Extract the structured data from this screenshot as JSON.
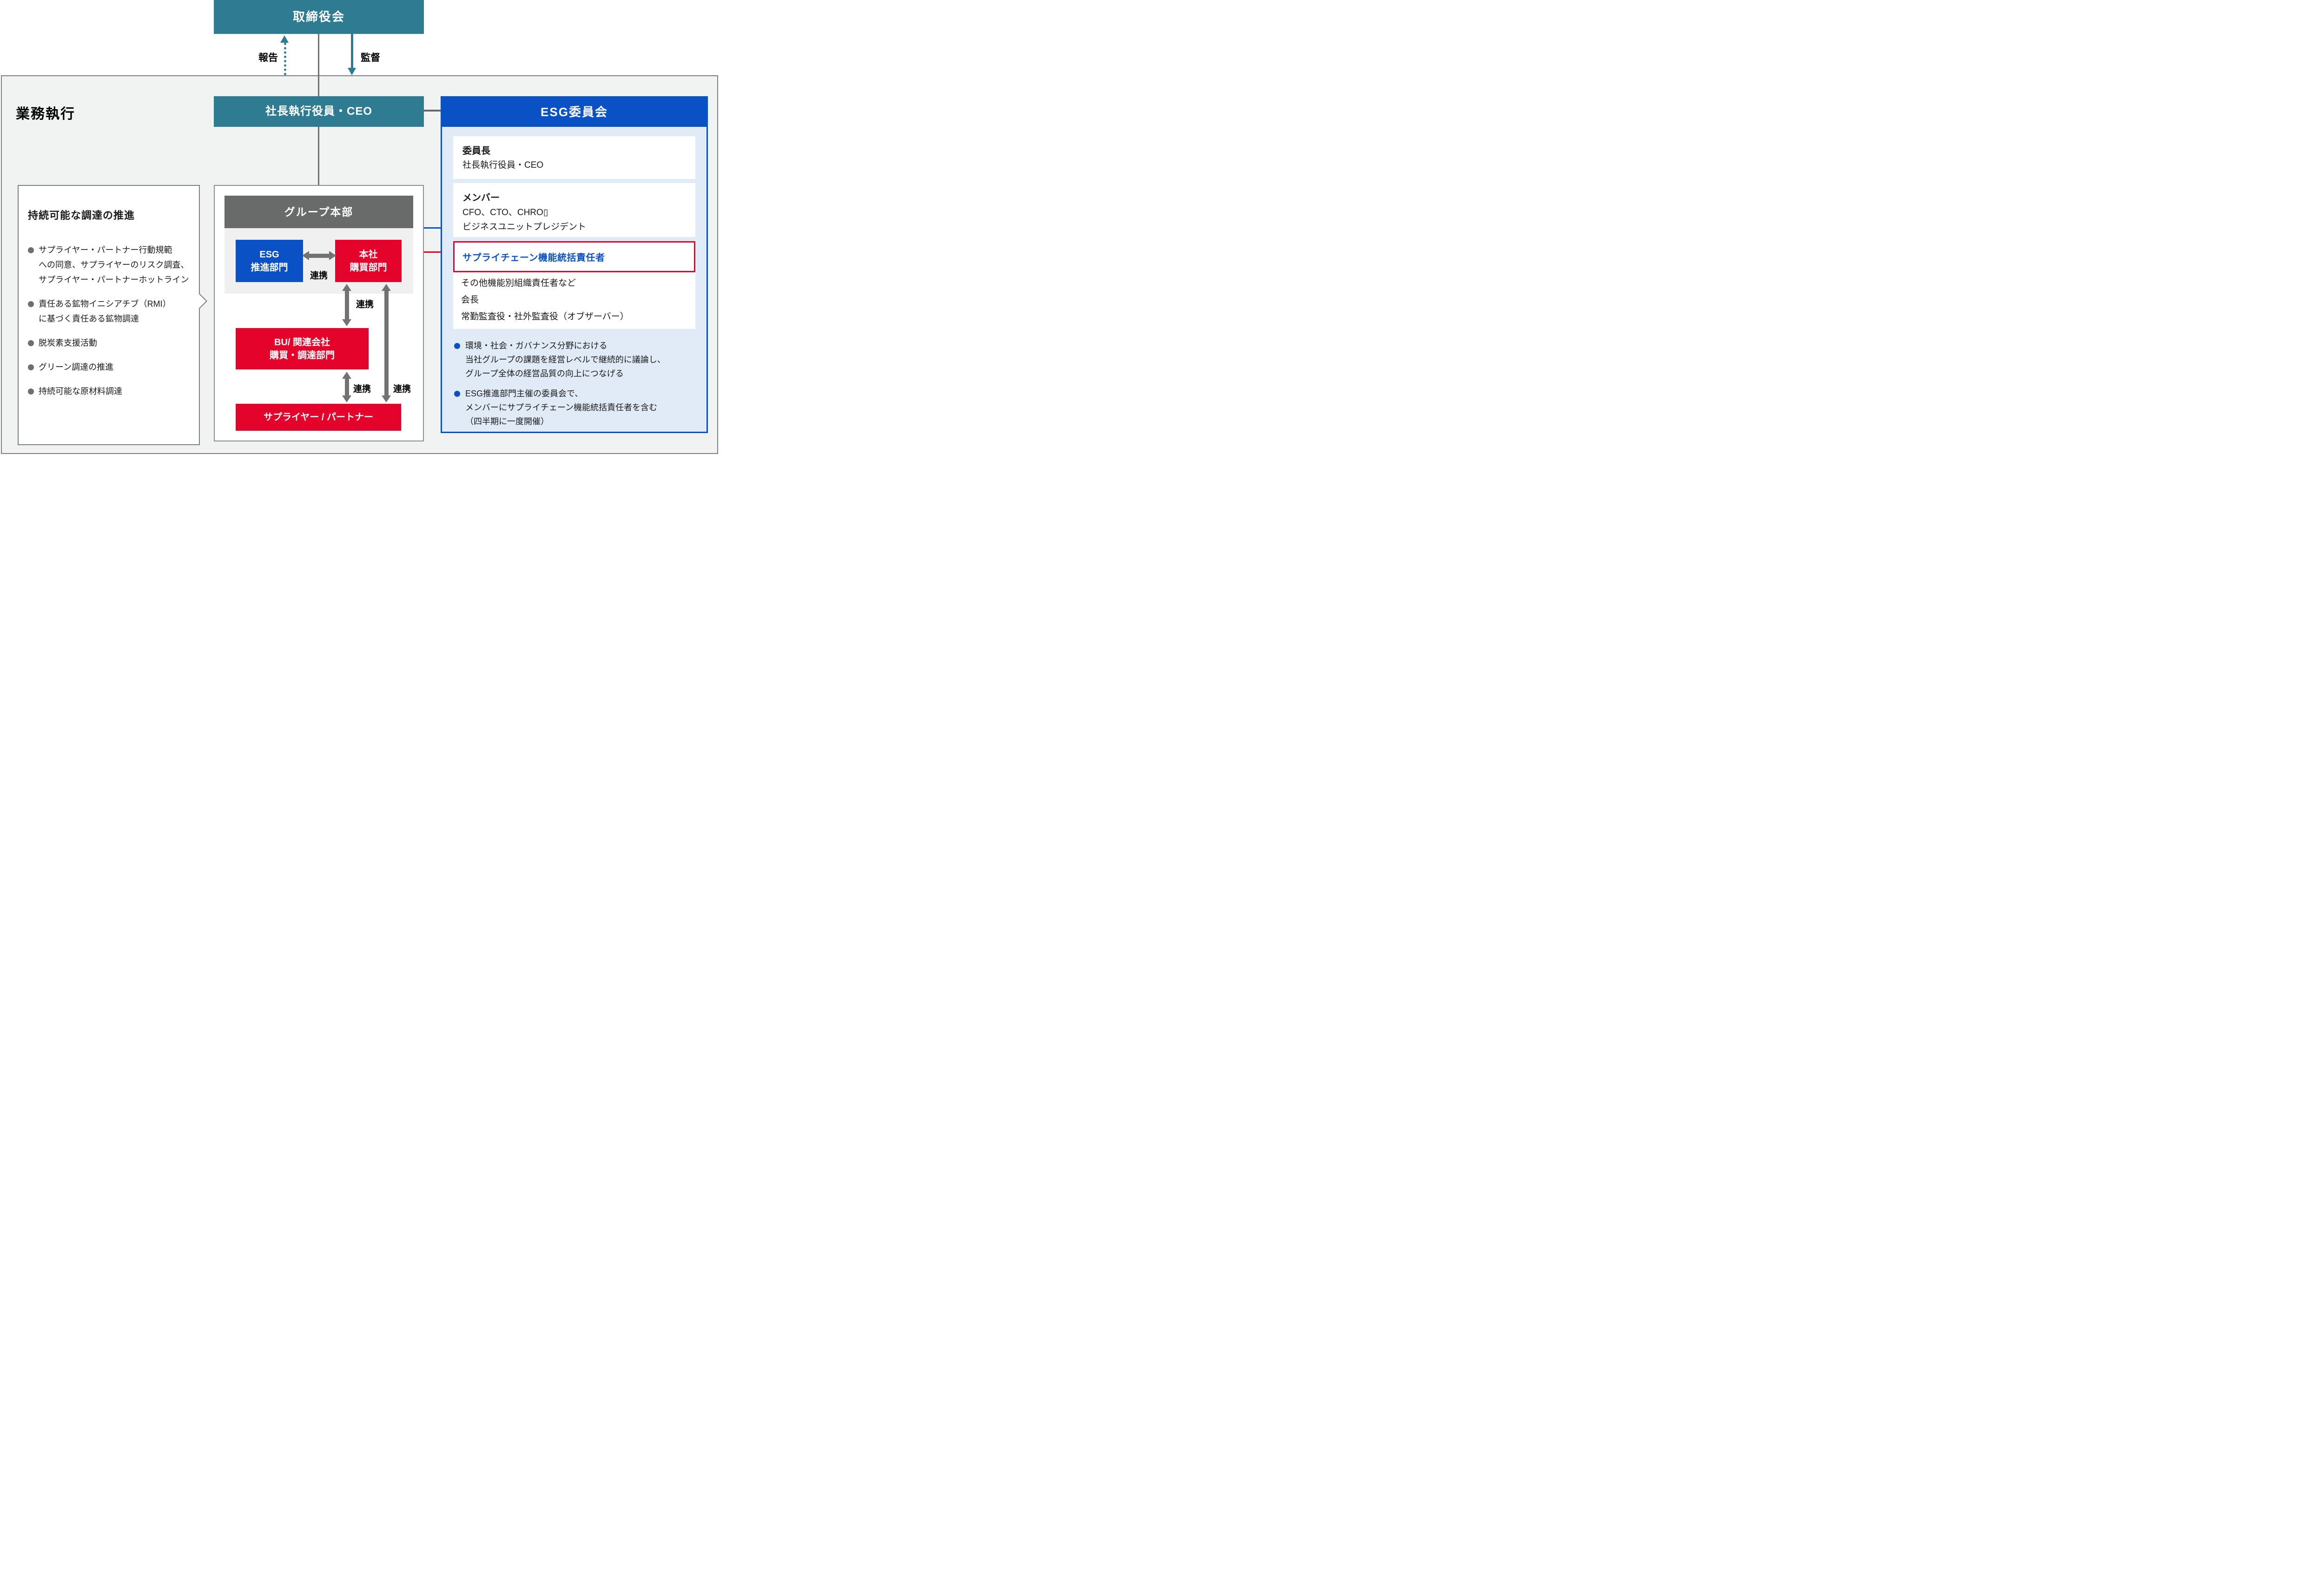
{
  "colors": {
    "teal": "#2e7b92",
    "blue": "#0a51c5",
    "red": "#e3032b",
    "gray_box": "#696a6a",
    "arrow_gray": "#727272",
    "region_bg": "#f1f2f2",
    "panel_bg": "#e1ebf8",
    "border_gray": "#7d8082"
  },
  "top": {
    "board_label": "取締役会",
    "report_label": "報告",
    "supervise_label": "監督"
  },
  "execution": {
    "title": "業務執行",
    "ceo_label": "社長執行役員・CEO"
  },
  "callout": {
    "title": "持続可能な調達の推進",
    "bullets": [
      {
        "lines": [
          "サプライヤー・パートナー行動規範",
          "への同意、サプライヤーのリスク調査、",
          "サプライヤー・パートナーホットライン"
        ]
      },
      {
        "lines": [
          "責任ある鉱物イニシアチブ（RMI）",
          "に基づく責任ある鉱物調達"
        ]
      },
      {
        "lines": [
          "脱炭素支援活動"
        ]
      },
      {
        "lines": [
          "グリーン調達の推進"
        ]
      },
      {
        "lines": [
          "持続可能な原材料調達"
        ]
      }
    ]
  },
  "center": {
    "group_hq_label": "グループ本部",
    "esg_dept_lines": [
      "ESG",
      "推進部門"
    ],
    "hq_purchasing_lines": [
      "本社",
      "購買部門"
    ],
    "bu_lines": [
      "BU/ 関連会社",
      "購買・調達部門"
    ],
    "supplier_label": "サプライヤー / パートナー",
    "collab_label": "連携"
  },
  "committee": {
    "title": "ESG委員会",
    "chair": {
      "title": "委員長",
      "body": "社長執行役員・CEO"
    },
    "members": {
      "title": "メンバー",
      "lines": [
        "CFO、CTO、CHRO▯",
        "ビジネスユニットプレジデント"
      ]
    },
    "supply_chain_head_label": "サプライチェーン機能統括責任者",
    "other_lines": [
      "その他機能別組織責任者など",
      "会長",
      "常勤監査役・社外監査役（オブザーバー）"
    ],
    "bullets": [
      {
        "lines": [
          "環境・社会・ガバナンス分野における",
          "当社グループの課題を経営レベルで継続的に議論し、",
          "グループ全体の経営品質の向上につなげる"
        ]
      },
      {
        "lines": [
          "ESG推進部門主催の委員会で、",
          "メンバーにサプライチェーン機能統括責任者を含む",
          "（四半期に一度開催）"
        ]
      }
    ]
  }
}
